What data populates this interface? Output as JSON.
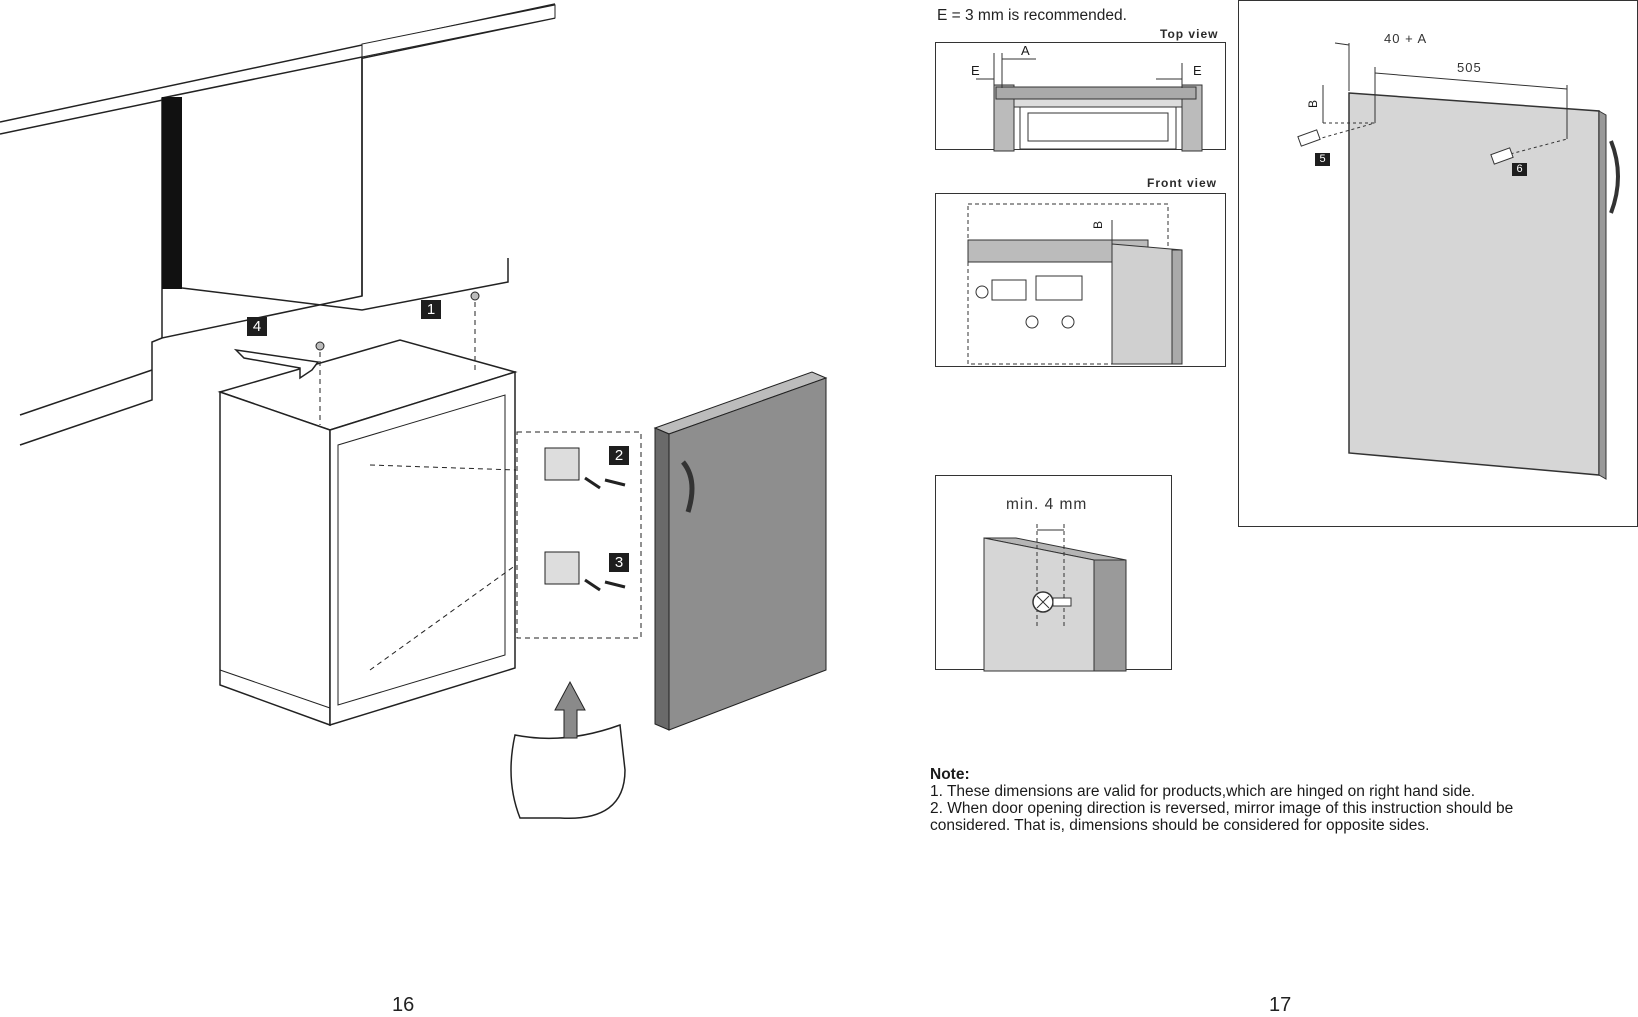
{
  "left_page": {
    "page_number": "16",
    "steps": [
      "1",
      "2",
      "3",
      "4"
    ]
  },
  "right_page": {
    "page_number": "17",
    "recommendation": "E = 3 mm is recommended.",
    "top_view": {
      "title": "Top view",
      "labels": {
        "a": "A",
        "e_left": "E",
        "e_right": "E"
      }
    },
    "front_view": {
      "title": "Front view",
      "labels": {
        "b": "B"
      }
    },
    "min_gap": {
      "label": "min. 4 mm"
    },
    "door_dims": {
      "dim_offset": "40 + A",
      "dim_width": "505",
      "dim_b": "B",
      "steps": [
        "5",
        "6"
      ]
    },
    "note": {
      "title": "Note:",
      "line1": "1. These dimensions are valid for products,which are hinged on right hand side.",
      "line2": "2. When door opening direction is reversed, mirror image of this instruction should be",
      "line3": "considered. That is, dimensions should be considered for opposite sides."
    }
  },
  "colors": {
    "door_grey": "#d6d6d6",
    "door_dark": "#8a8a8a",
    "ink": "#1a1a1a"
  }
}
